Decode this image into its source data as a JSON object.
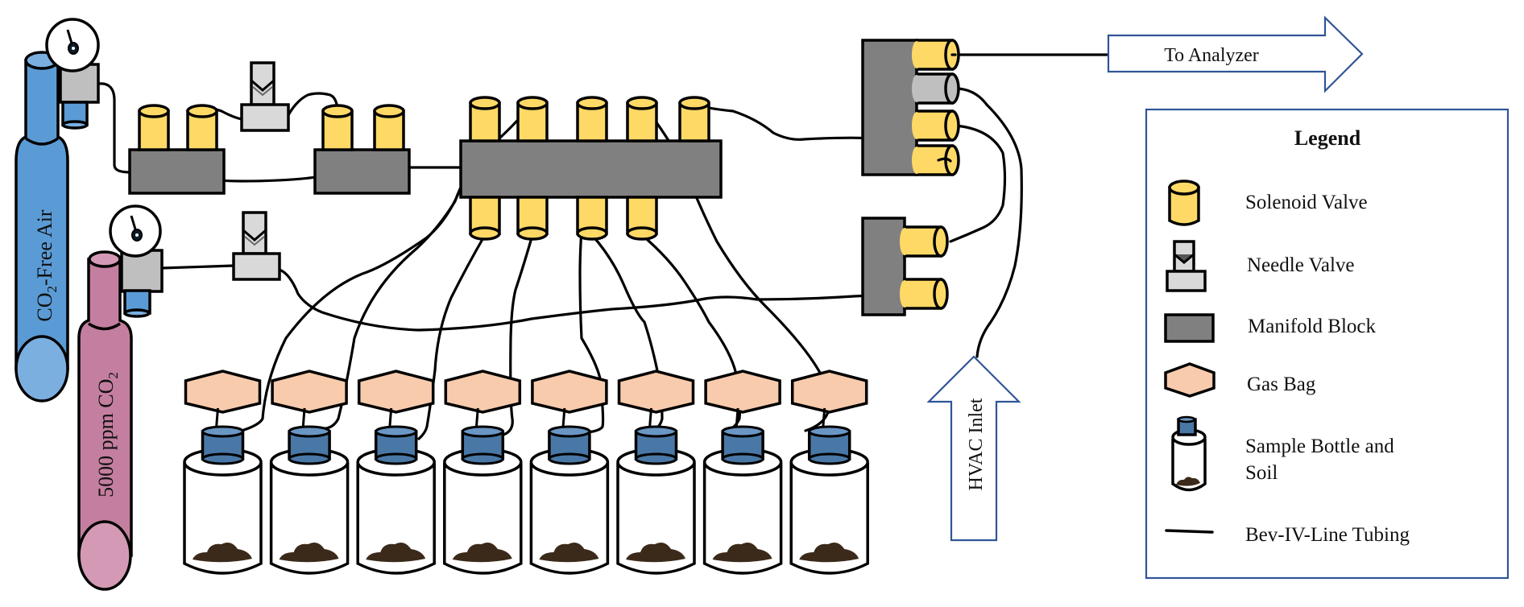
{
  "figure": {
    "description": "Gas flow schematic: CO2-free air and 5000 ppm CO2 cylinders feed solenoid-valve manifolds, tubing to gas bags and sample bottles with soil, outlet to analyzer, HVAC inlet"
  },
  "colors": {
    "solenoid_fill": "#ffd966",
    "solenoid_inactive_fill": "#bfbfbf",
    "manifold_fill": "#808080",
    "needle_valve_fill": "#d9d9d9",
    "regulator_fill": "#bfbfbf",
    "gas_bag_fill": "#f8cbad",
    "bottle_cap_fill": "#4a78a6",
    "soil_fill": "#3b2a1a",
    "co2_free_air_cylinder": "#5b9bd5",
    "co2_free_air_cylinder_light": "#7bafe0",
    "co2_5000_cylinder": "#c47fa0",
    "co2_5000_cylinder_light": "#d49ab5",
    "arrow_outline": "#2f5597",
    "legend_border": "#2f5597"
  },
  "cylinders": [
    {
      "id": "co2-free-air",
      "label_main": "CO",
      "label_sub": "2",
      "label_rest": "-Free Air"
    },
    {
      "id": "co2-5000",
      "label_pre": "5000 ppm CO",
      "label_sub": "2"
    }
  ],
  "arrows": {
    "to_analyzer": "To Analyzer",
    "hvac_inlet": "HVAC Inlet"
  },
  "sample_stations": {
    "count": 8
  },
  "legend": {
    "title": "Legend",
    "items": [
      {
        "icon": "solenoid-valve-icon",
        "label": "Solenoid Valve"
      },
      {
        "icon": "needle-valve-icon",
        "label": "Needle Valve"
      },
      {
        "icon": "manifold-block-icon",
        "label": "Manifold Block"
      },
      {
        "icon": "gas-bag-icon",
        "label": "Gas Bag"
      },
      {
        "icon": "sample-bottle-icon",
        "label_line1": "Sample Bottle and",
        "label_line2": "Soil"
      },
      {
        "icon": "tubing-icon",
        "label": "Bev-IV-Line Tubing"
      }
    ]
  }
}
